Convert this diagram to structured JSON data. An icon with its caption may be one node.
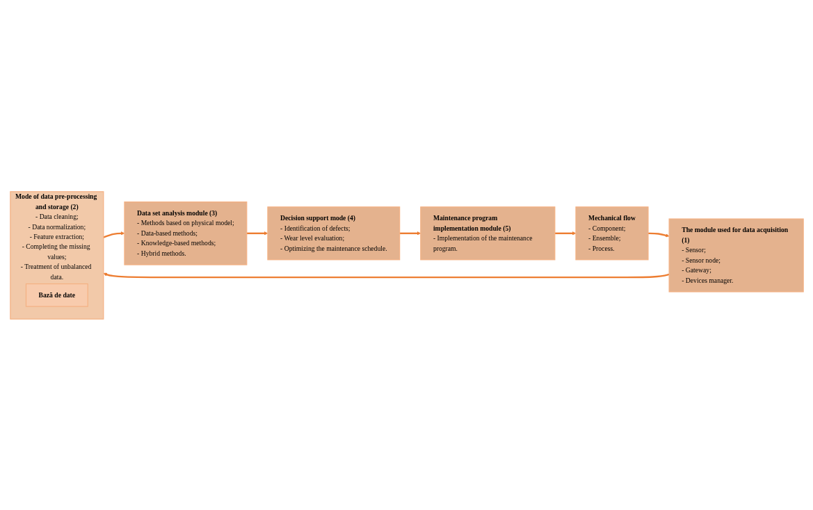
{
  "diagram": {
    "nodes": [
      {
        "text": [
          "Maintenance program implementation module (5)",
          "- Implementation of the maintenance program."
        ]
      },
      {
        "text": [
          "Decision support mode (4)",
          "- Identification of defects;",
          "- Wear level evaluation;",
          "- Optimizing the maintenance schedule."
        ]
      },
      {
        "text": [
          "Data set analysis module (3)",
          "- Methods based on physical model;",
          "- Data-based methods;",
          "- Knowledge-based methods;",
          "- Hybrid methods."
        ]
      },
      {
        "text": [
          "Mechanical flow",
          "- Component;",
          "- Ensemble;",
          "- Process."
        ]
      },
      {
        "text": [
          "The module used for data acquisition (1)",
          "- Sensor;",
          "- Sensor node;",
          "- Gateway;",
          "- Devices manager."
        ]
      },
      {
        "text": [
          "Mode of data pre-processing and storage (2)",
          "- Data cleaning;",
          "- Data normalization;",
          "- Feature extraction;",
          "- Completing the missing values;",
          "- Treatment of unbalanced data."
        ]
      },
      {
        "text": [
          "Bază de date"
        ],
        "in": 5
      }
    ],
    "edges": [
      {
        "from": 3,
        "to": 4,
        "arrow": "to"
      },
      {
        "from": 4,
        "to": 5,
        "arrow": "to"
      },
      {
        "from": 5,
        "to": 2,
        "arrow": "to"
      },
      {
        "from": 2,
        "to": 1,
        "arrow": "to"
      },
      {
        "from": 1,
        "to": 0,
        "arrow": "to"
      },
      {
        "from": 0,
        "to": 3,
        "arrow": "to"
      }
    ]
  }
}
